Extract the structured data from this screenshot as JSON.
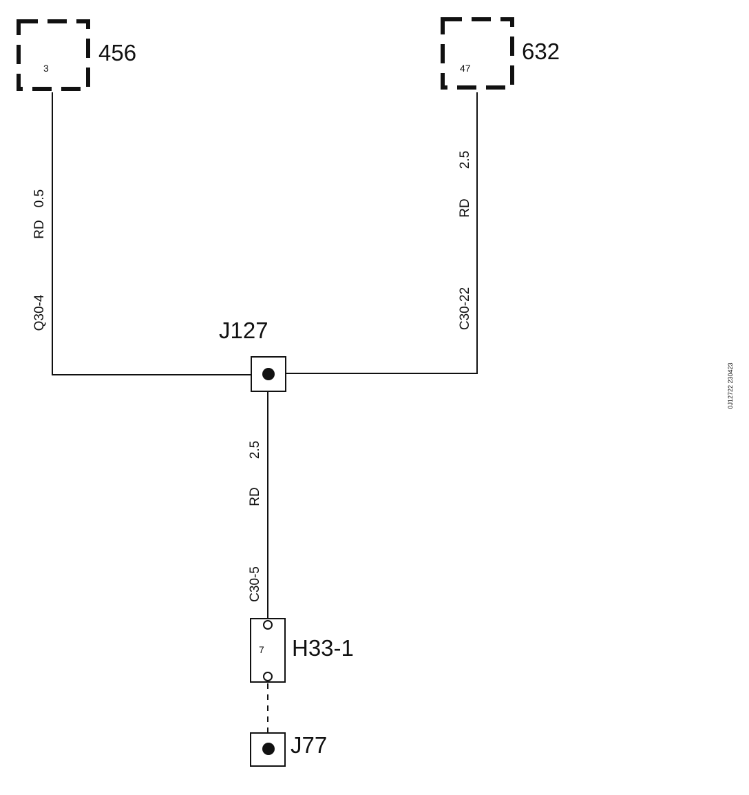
{
  "components": {
    "c456": {
      "label": "456",
      "pin": "3"
    },
    "c632": {
      "label": "632",
      "pin": "47"
    },
    "j127": {
      "label": "J127"
    },
    "h33": {
      "label": "H33-1",
      "pin": "7"
    },
    "j77": {
      "label": "J77"
    }
  },
  "wires": {
    "left": {
      "size": "0.5",
      "color": "RD",
      "connector": "Q30-4"
    },
    "right": {
      "size": "2.5",
      "color": "RD",
      "connector": "C30-22"
    },
    "bottom": {
      "size": "2.5",
      "color": "RD",
      "connector": "C30-5"
    }
  },
  "figure_id": "0J12722 230423"
}
